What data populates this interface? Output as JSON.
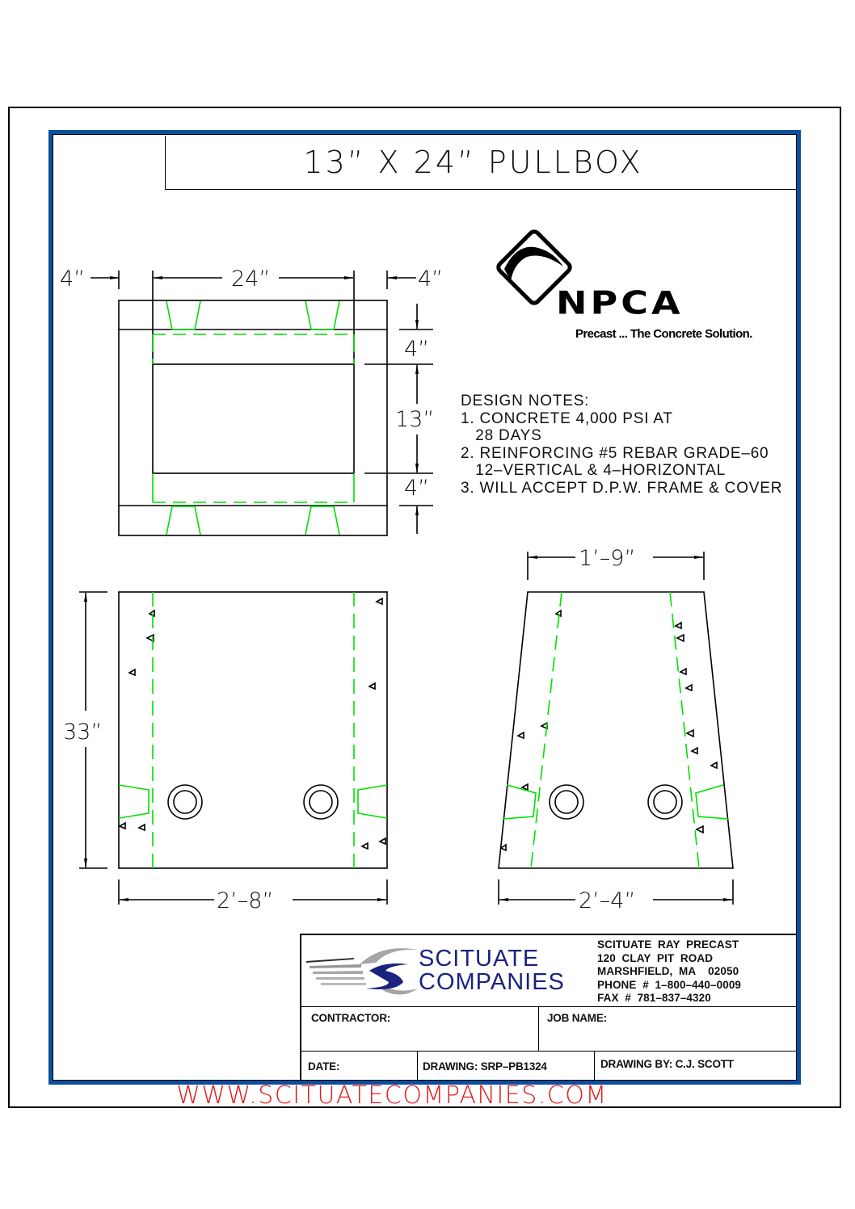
{
  "title": "13”  X  24”  PULLBOX",
  "colors": {
    "frame_blue": "#0a4f9c",
    "rebar_green": "#00e000",
    "url_red": "#e31b1b",
    "logo_navy": "#1a237e",
    "logo_gray": "#a0a0a0"
  },
  "plan_view": {
    "dim_left": "4”",
    "dim_top": "24”",
    "dim_right": "4”",
    "dim_wall_top": "4”",
    "dim_opening": "13”",
    "dim_wall_bottom": "4”"
  },
  "side_view": {
    "dim_height": "33”",
    "dim_width": "2’–8”"
  },
  "end_view": {
    "dim_top": "1’–9”",
    "dim_bottom": "2’–4”"
  },
  "npca": {
    "wordmark": "NPCA",
    "tagline": "Precast ... The Concrete Solution.",
    "icon": "npca-diamond-logo-icon"
  },
  "design_notes": {
    "heading": "DESIGN NOTES:",
    "lines": [
      "1. CONCRETE 4,000 PSI AT",
      "   28 DAYS",
      "2. REINFORCING #5 REBAR GRADE–60",
      "   12–VERTICAL & 4–HORIZONTAL",
      "3. WILL ACCEPT D.P.W. FRAME & COVER"
    ]
  },
  "title_block": {
    "company_logo": {
      "line1": "SCITUATE",
      "line2": "COMPANIES",
      "icon": "scituate-swoosh-s-icon"
    },
    "address": [
      "SCITUATE  RAY  PRECAST",
      "120  CLAY  PIT  ROAD",
      "MARSHFIELD,  MA    02050",
      "PHONE  #  1–800–440–0009",
      "FAX  #  781–837–4320"
    ],
    "contractor_label": "CONTRACTOR:",
    "job_name_label": "JOB  NAME:",
    "date_label": "DATE:",
    "drawing_label": "DRAWING:  SRP–PB1324",
    "drawing_by_label": "DRAWING  BY:  C.J.  SCOTT"
  },
  "footer_url": "WWW.SCITUATECOMPANIES.COM"
}
